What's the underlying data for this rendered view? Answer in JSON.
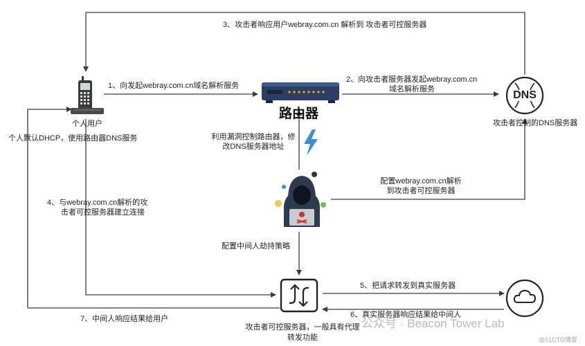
{
  "nodes": {
    "user_label": "个人用户",
    "router_label": "路由器",
    "dns_server_label": "攻击者控制的DNS服务器",
    "dns_icon_text": "DNS",
    "proxy_label_line1": "攻击者可控服务器，一般具有代理",
    "proxy_label_line2": "转发功能"
  },
  "steps": {
    "s1": "1、向发起webray.com.cn域名解析服务",
    "s2_line1": "2、向攻击者服务器发起webray.com.cn",
    "s2_line2": "域名解析服务",
    "s3": "3、攻击者响应用户webray.com.cn 解析到 攻击者可控服务器",
    "s4_line1": "4、与webray.com.cn解析的攻",
    "s4_line2": "击者可控服务器建立连接",
    "s5": "5、把请求转发到真实服务器",
    "s6": "6、真实服务器响应结果给中间人",
    "s7": "7、中间人响应结果给用户"
  },
  "notes": {
    "dhcp": "个人默认DHCP，使用路由器DNS服务",
    "exploit_line1": "利用漏洞控制路由器，修",
    "exploit_line2": "改DNS服务器地址",
    "config_dns_line1": "配置webray.com.cn解析",
    "config_dns_line2": "到攻击者可控服务器",
    "mitm_policy": "配置中间人劫持策略"
  },
  "watermark": {
    "main": "公众号 · Beacon Tower Lab",
    "corner": "@51CTO博客"
  },
  "colors": {
    "line": "#3a3a3a",
    "router_body": "#2c3e63",
    "router_led": "#f2a900",
    "bolt": "#3d8fd6",
    "hacker": "#2e3a4d"
  }
}
